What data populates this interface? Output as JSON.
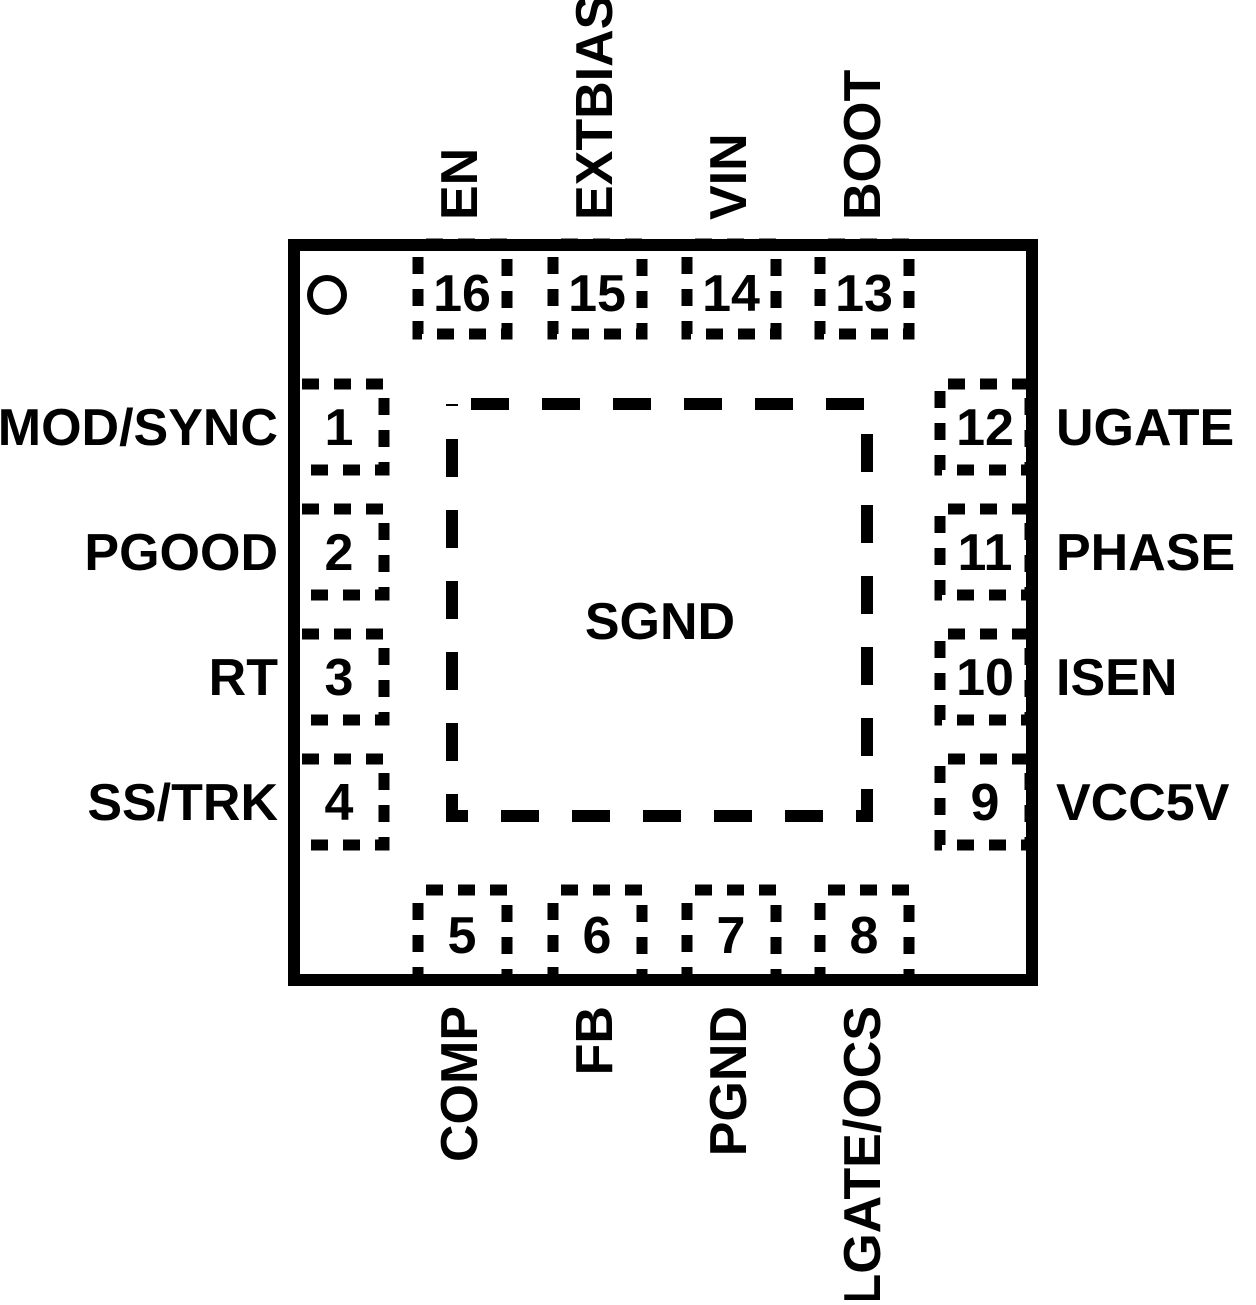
{
  "package": {
    "type_note": "16-pin QFN pinout diagram",
    "center_pad_label": "SGND"
  },
  "pins": {
    "top": [
      {
        "number": "16",
        "name": "EN"
      },
      {
        "number": "15",
        "name": "EXTBIAS"
      },
      {
        "number": "14",
        "name": "VIN"
      },
      {
        "number": "13",
        "name": "BOOT"
      }
    ],
    "left": [
      {
        "number": "1",
        "name": "MOD/SYNC"
      },
      {
        "number": "2",
        "name": "PGOOD"
      },
      {
        "number": "3",
        "name": "RT"
      },
      {
        "number": "4",
        "name": "SS/TRK"
      }
    ],
    "right": [
      {
        "number": "12",
        "name": "UGATE"
      },
      {
        "number": "11",
        "name": "PHASE"
      },
      {
        "number": "10",
        "name": "ISEN"
      },
      {
        "number": "9",
        "name": "VCC5V"
      }
    ],
    "bottom": [
      {
        "number": "5",
        "name": "COMP"
      },
      {
        "number": "6",
        "name": "FB"
      },
      {
        "number": "7",
        "name": "PGND"
      },
      {
        "number": "8",
        "name": "LGATE/OCS"
      }
    ]
  },
  "colors": {
    "line": "#000000",
    "background": "#ffffff"
  }
}
